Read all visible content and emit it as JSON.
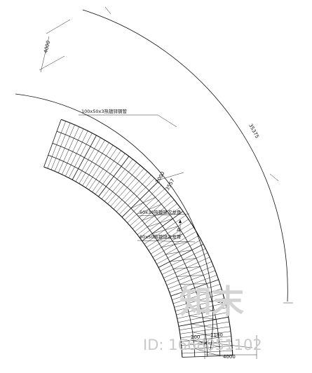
{
  "drawing": {
    "dimensions": {
      "width_top": "4000",
      "arc_outer": "35375",
      "radial_mid": "2000",
      "radial_mid2": "3557",
      "bottom_offsets": [
        "200",
        "1180",
        "200"
      ],
      "bottom_total": "4000",
      "bottom_small": "350"
    },
    "callouts": {
      "beam_main": "100x50x3热镀锌钢管",
      "beam_secondary": "50x30热镀锌次龙骨",
      "beam_primary": "80x50热镀锌主龙骨",
      "section_mark": "A"
    },
    "watermark": {
      "logo": "知末",
      "id_text": "ID: 1668051102"
    }
  }
}
